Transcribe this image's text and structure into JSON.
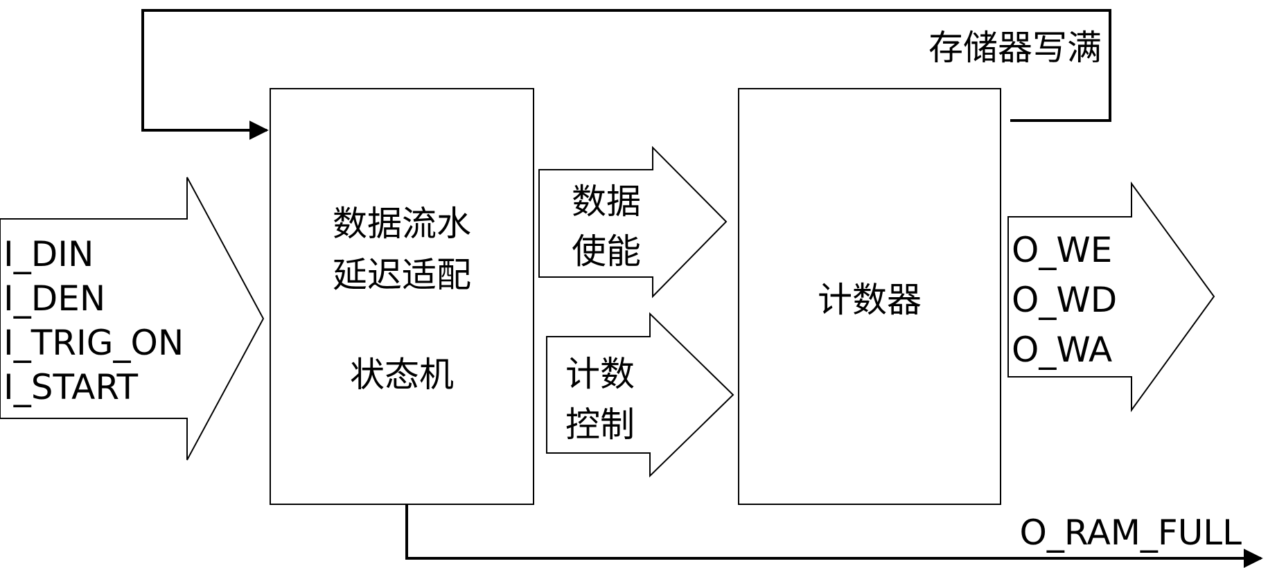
{
  "input_signals": [
    "I_DIN",
    "I_DEN",
    "I_TRIG_ON",
    "I_START"
  ],
  "state_machine_block": {
    "lines": [
      "数据流水",
      "延迟适配"
    ],
    "subtitle": "状态机"
  },
  "data_enable_arrow": [
    "数据",
    "使能"
  ],
  "count_control_arrow": [
    "计数",
    "控制"
  ],
  "counter_block": {
    "label": "计数器"
  },
  "output_signals": [
    "O_WE",
    "O_WD",
    "O_WA"
  ],
  "feedback_label": "存储器写满",
  "full_output_label": "O_RAM_FULL",
  "colors": {
    "stroke": "#000000",
    "fill": "#ffffff",
    "text": "#000000"
  }
}
